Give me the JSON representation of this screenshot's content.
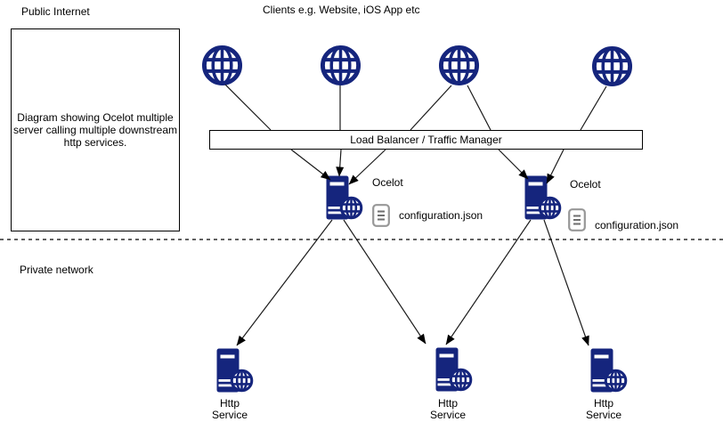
{
  "zones": {
    "public_label": "Public Internet",
    "private_label": "Private network"
  },
  "clients": {
    "caption": "Clients e.g. Website, iOS App etc",
    "count": 4,
    "icon": "globe-icon"
  },
  "description_box": {
    "text": "Diagram showing Ocelot multiple\nserver calling multiple downstream\nhttp services."
  },
  "load_balancer": {
    "label": "Load Balancer / Traffic Manager"
  },
  "gateways": [
    {
      "label": "Ocelot",
      "config_file": "configuration.json",
      "icon": "server-globe-icon"
    },
    {
      "label": "Ocelot",
      "config_file": "configuration.json",
      "icon": "server-globe-icon"
    }
  ],
  "services": [
    {
      "label_line1": "Http",
      "label_line2": "Service",
      "icon": "server-globe-icon"
    },
    {
      "label_line1": "Http",
      "label_line2": "Service",
      "icon": "server-globe-icon"
    },
    {
      "label_line1": "Http",
      "label_line2": "Service",
      "icon": "server-globe-icon"
    }
  ],
  "colors": {
    "icon_navy": "#15257D",
    "line_black": "#000000",
    "config_icon_gray": "#979797"
  }
}
